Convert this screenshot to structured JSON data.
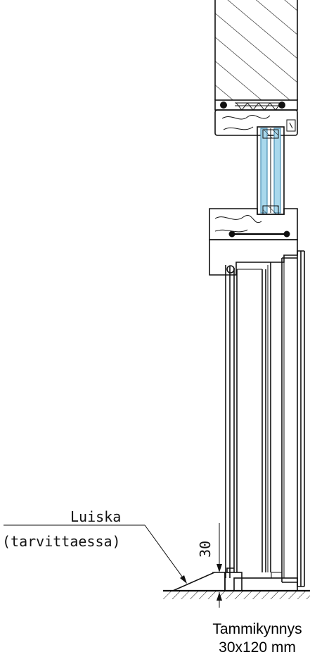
{
  "labels": {
    "ramp_name": "Luiska",
    "ramp_note": "(tarvittaessa)",
    "dimension_value": "30",
    "sill_name": "Tammikynnys",
    "sill_size": "30x120 mm"
  },
  "colors": {
    "line": "#111111",
    "glass": "#a9d8ec",
    "glass_edge": "#4a8fb5",
    "background": "#ffffff"
  }
}
